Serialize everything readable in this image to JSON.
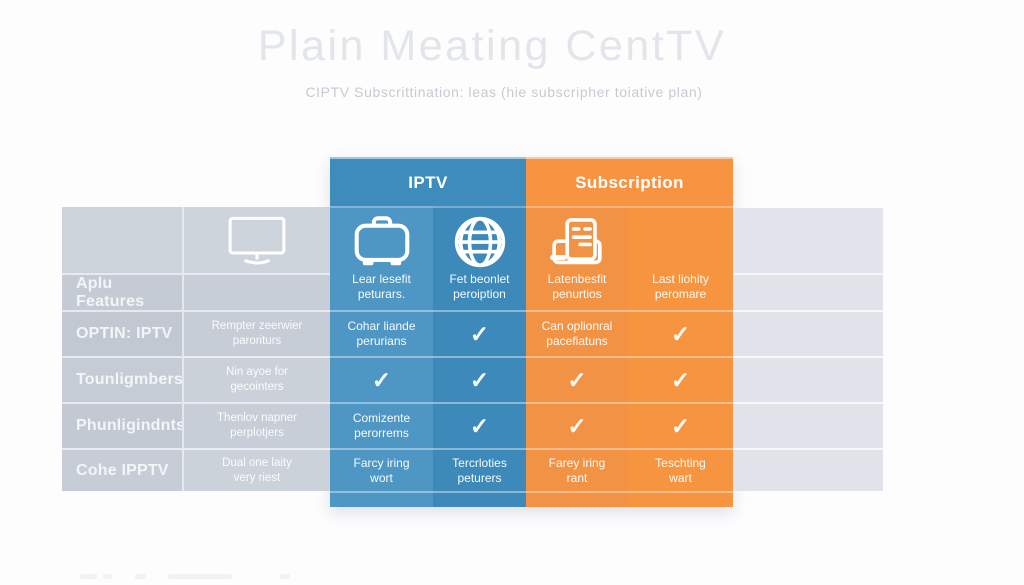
{
  "page": {
    "title": "Plain Meating CentTV",
    "subtitle": "CIPTV Subscrittination:  leas (hie subscripher toiative plan)"
  },
  "palette": {
    "blue_band": "#3e8cbb",
    "blue_col_a": "#4e96c4",
    "blue_col_b": "#3d89b9",
    "orange_band": "#f79341",
    "orange_col_c": "#f29245",
    "orange_col_d": "#f69440",
    "gray_label_col": "#c3c9d2",
    "gray_desc_col": "#c9cfd7",
    "gray_right_panel": "#e0e4ea",
    "check_color": "#ffffff"
  },
  "table": {
    "corner_icon": "tv-icon",
    "group_headers": [
      {
        "label": "IPTV"
      },
      {
        "label": "Subscription"
      }
    ],
    "columns": [
      {
        "icon": "briefcase-icon",
        "caption": "Lear lesefit\npeturars."
      },
      {
        "icon": "globe-icon",
        "caption": "Fet beonlet\nperoiption"
      },
      {
        "icon": "document-icon",
        "caption": "Latenbesfit\npenurtios"
      },
      {
        "icon": "none",
        "caption": "Last liohity\nperomare"
      }
    ],
    "rows": [
      {
        "label": "Aplu Features",
        "desc": "",
        "cells": [
          "",
          "",
          "",
          ""
        ]
      },
      {
        "label": "OPTIN: IPTV",
        "desc": "Rempter zeerwier\nparoriturs",
        "cells": [
          "Cohar liande\nperurians",
          "✓",
          "Can oplionral\npacefiatuns",
          "✓"
        ]
      },
      {
        "label": "Tounligmbers",
        "desc": "Nin ayoe for\ngecointers",
        "cells": [
          "✓",
          "✓",
          "✓",
          "✓"
        ]
      },
      {
        "label": "Phunligindnts",
        "desc": "Thenlov napner\nperplotjers",
        "cells": [
          "Comizente\nperorrems",
          "✓",
          "✓",
          "✓"
        ]
      },
      {
        "label": "Cohe IPPTV",
        "desc": "Dual one laity\nvery riest",
        "cells": [
          "Farcy iring\nwort",
          "Tercrloties\npeturers",
          "Farey iring\nrant",
          "Teschting\nwart"
        ]
      }
    ]
  }
}
